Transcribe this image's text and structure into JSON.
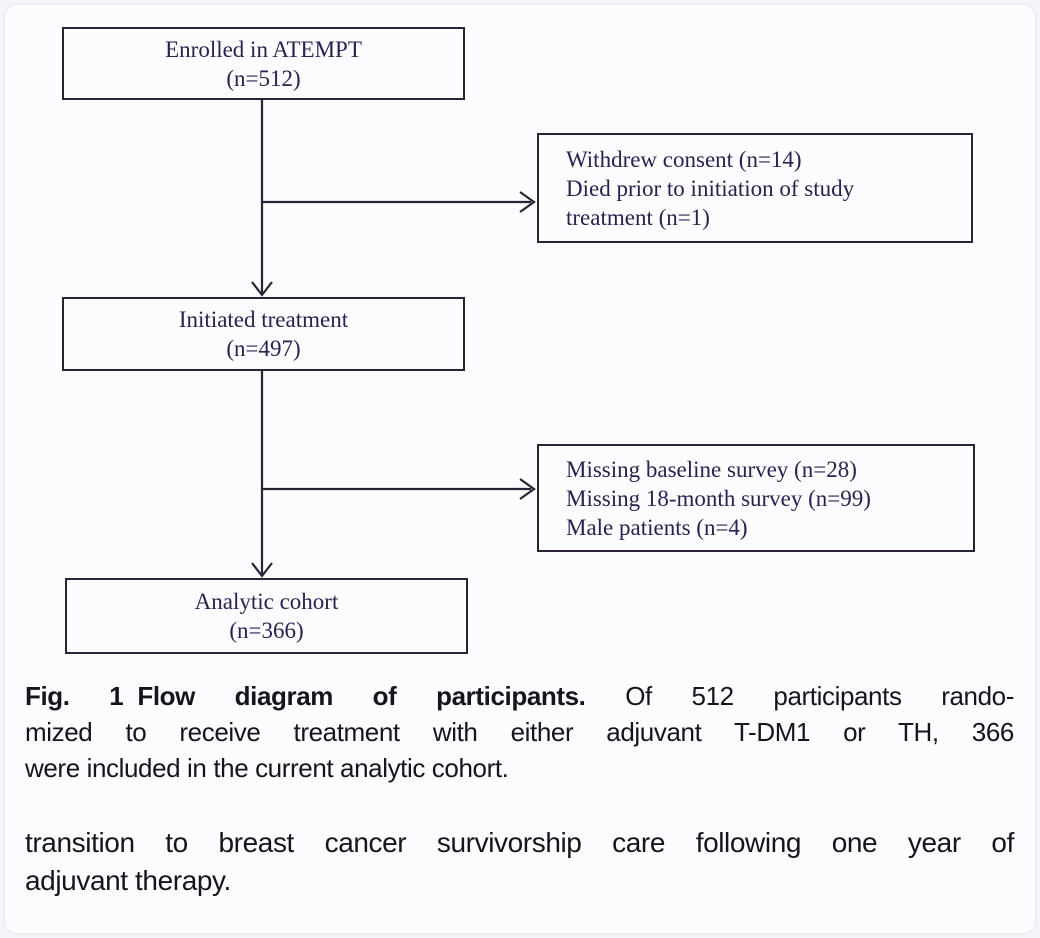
{
  "flowchart": {
    "line_color": "#2a2337",
    "text_color": "#2b2150",
    "boxes": [
      {
        "id": "enrolled",
        "lines": [
          "Enrolled in ATEMPT",
          "(n=512)"
        ]
      },
      {
        "id": "withdrew",
        "lines": [
          "Withdrew consent (n=14)",
          "Died prior to initiation of study",
          "treatment (n=1)"
        ]
      },
      {
        "id": "initiated",
        "lines": [
          "Initiated treatment",
          "(n=497)"
        ]
      },
      {
        "id": "missing",
        "lines": [
          "Missing baseline survey (n=28)",
          "Missing 18-month survey (n=99)",
          "Male patients (n=4)"
        ]
      },
      {
        "id": "analytic",
        "lines": [
          "Analytic cohort",
          "(n=366)"
        ]
      }
    ]
  },
  "caption": {
    "fig_label": "Fig. 1",
    "title_bold": "Flow diagram of participants.",
    "line1_rest": "Of 512 participants rando-",
    "line2": "mized to receive treatment with either adjuvant T-DM1 or TH, 366",
    "line3": "were included in the current analytic cohort.",
    "text_color": "#15151d"
  },
  "body": {
    "line1": "transition to breast cancer survivorship care following one year of",
    "line2": "adjuvant therapy."
  }
}
